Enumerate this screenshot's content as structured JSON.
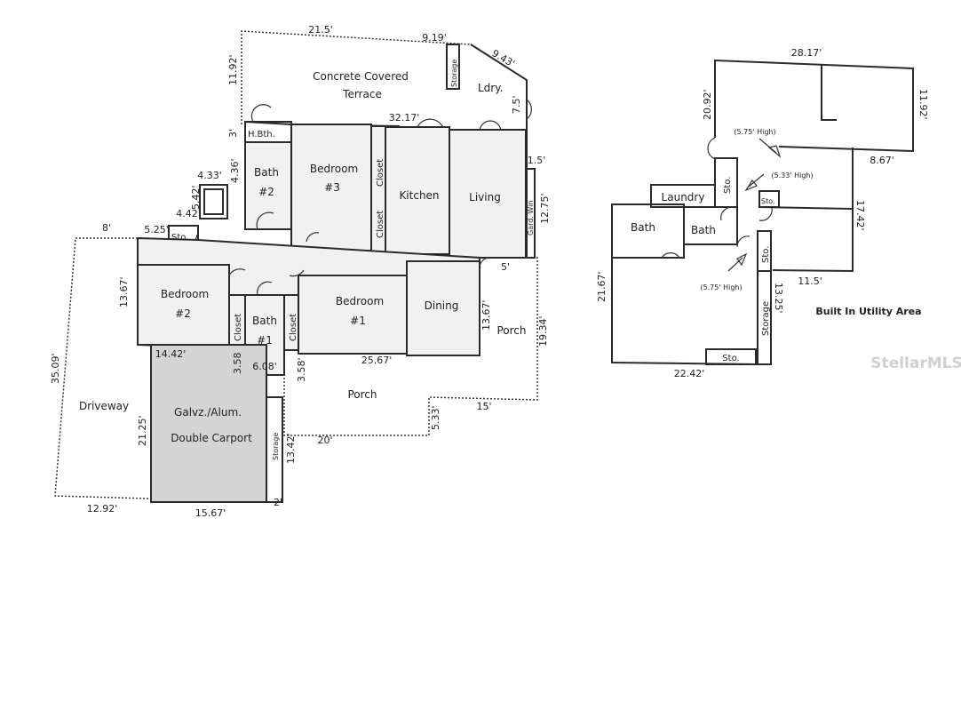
{
  "main_plan": {
    "rooms": {
      "terrace_line1": "Concrete Covered",
      "terrace_line2": "Terrace",
      "storage_top": "Storage",
      "laundry": "Ldry.",
      "half_bath": "H.Bth.",
      "bath2_line1": "Bath",
      "bath2_line2": "#2",
      "bedroom3_line1": "Bedroom",
      "bedroom3_line2": "#3",
      "closet_a": "Closet",
      "closet_b": "Closet",
      "kitchen": "Kitchen",
      "living": "Living",
      "garden_window": "Gard. Win",
      "sto": "Sto.",
      "bedroom2_line1": "Bedroom",
      "bedroom2_line2": "#2",
      "closet_c": "Closet",
      "bath1_line1": "Bath",
      "bath1_line2": "#1",
      "closet_d": "Closet",
      "bedroom1_line1": "Bedroom",
      "bedroom1_line2": "#1",
      "dining": "Dining",
      "porch_right": "Porch",
      "porch_bottom": "Porch",
      "driveway": "Driveway",
      "carport_line1": "Galvz./Alum.",
      "carport_line2": "Double Carport",
      "storage_bottom": "Storage"
    },
    "dimensions": {
      "d21_5": "21.5'",
      "d9_19": "9.19'",
      "d9_43": "9.43'",
      "d7_5": "7.5'",
      "d11_92": "11.92'",
      "d3": "3'",
      "d32_17": "32.17'",
      "d4_36": "4.36'",
      "d4_33": "4.33'",
      "d5_42": "5.42'",
      "d4_42": "4.42'",
      "d8": "8'",
      "d5_25": "5.25'",
      "d1_5": "1.5'",
      "d12_75": "12.75'",
      "d5": "5'",
      "d13_67a": "13.67'",
      "d13_67b": "13.67'",
      "d19_34": "19.34'",
      "d35_09": "35.09'",
      "d14_42": "14.42'",
      "d3_58a": "3.58",
      "d6_08": "6.08'",
      "d3_58b": "3.58'",
      "d25_67": "25.67'",
      "d15": "15'",
      "d5_33": "5.33'",
      "d20": "20'",
      "d21_25": "21.25'",
      "d13_42": "13.42'",
      "d2": "2'",
      "d12_92": "12.92'",
      "d15_67": "15.67'"
    }
  },
  "utility_plan": {
    "title": "Built In Utility Area",
    "rooms": {
      "laundry": "Laundry",
      "sto_a": "Sto.",
      "sto_b": "Sto.",
      "bath_a": "Bath",
      "bath_b": "Bath",
      "sto_c": "Sto.",
      "storage": "Storage",
      "sto_d": "Sto."
    },
    "notes": {
      "h1": "(5.75' High)",
      "h2": "(5.33' High)",
      "h3": "(5.75' High)"
    },
    "dimensions": {
      "d28_17": "28.17'",
      "d20_92": "20.92'",
      "d11_92": "11.92'",
      "d8_67": "8.67'",
      "d17_42": "17.42'",
      "d11_5": "11.5'",
      "d21_67": "21.67'",
      "d13_25": "13.25'",
      "d22_42": "22.42'"
    }
  },
  "watermark": "StellarMLS"
}
